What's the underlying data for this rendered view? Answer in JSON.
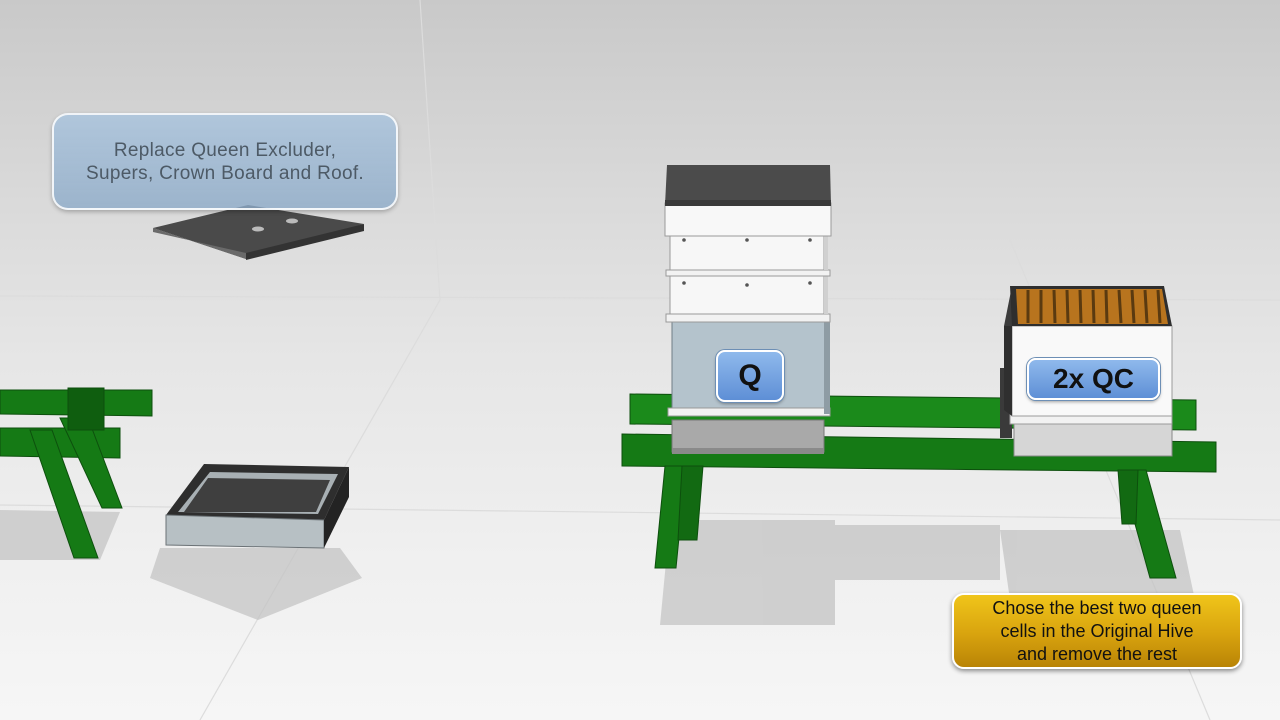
{
  "callout_top": {
    "line1": "Replace Queen Excluder,",
    "line2": "Supers, Crown Board and Roof."
  },
  "callout_bottom": {
    "line1": "Chose the best two queen",
    "line2": "cells in the Original Hive",
    "line3": "and remove the rest"
  },
  "hive_labels": {
    "original_hive": "Q",
    "nucleus_hive": "2x QC"
  },
  "colors": {
    "stand_green": "#157a15",
    "callout_blue": "#9fbad6",
    "callout_yellow": "#e0b010",
    "chip_blue": "#6f9fe0",
    "hive_white": "#f7f7f7",
    "frame_amber": "#b8741e"
  }
}
